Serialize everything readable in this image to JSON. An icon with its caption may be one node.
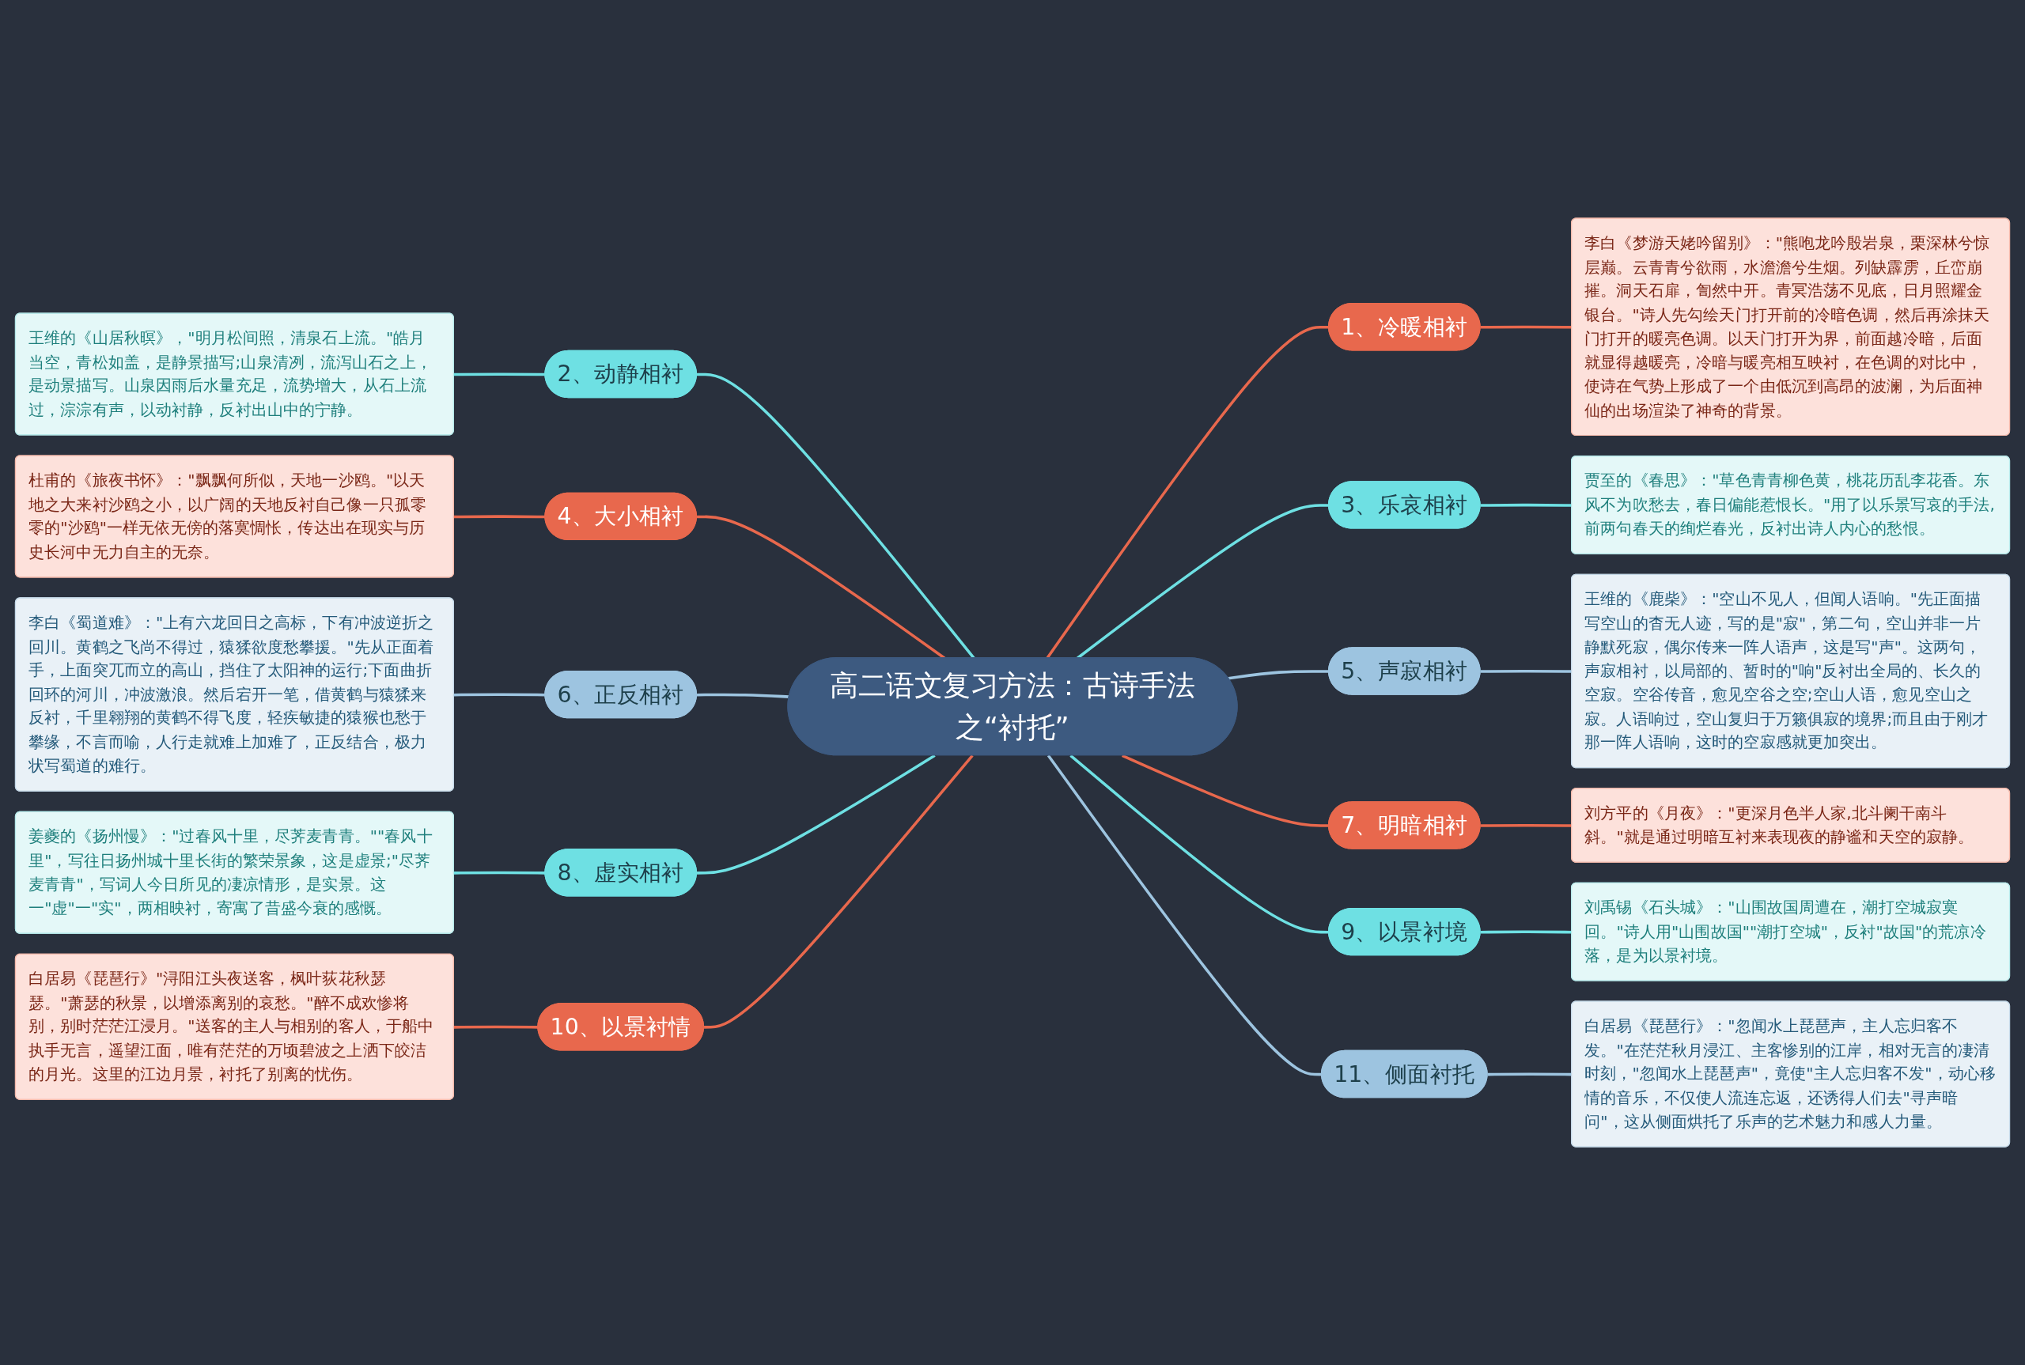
{
  "diagram": {
    "nodes": [
      {
        "text": [
          "高二语文复习方法：古诗手法之“衬托”"
        ]
      },
      {
        "text": [
          "1、冷暖相衬"
        ]
      },
      {
        "text": [
          "李白《梦游天姥吟留别》：\"熊咆龙吟殷岩泉，栗深林兮惊层巅。云青青兮欲雨，水澹澹兮生烟。列缺霹雳，丘峦崩摧。洞天石扉，訇然中开。青冥浩荡不见底，日月照耀金银台。\"诗人先勾绘天门打开前的冷暗色调，然后再涂抹天门打开的暖亮色调。以天门打开为界，前面越冷暗，后面就显得越暖亮，冷暗与暖亮相互映衬，在色调的对比中，使诗在气势上形成了一个由低沉到高昂的波澜，为后面神仙的出场渲染了神奇的背景。"
        ]
      },
      {
        "text": [
          "2、动静相衬"
        ]
      },
      {
        "text": [
          "王维的《山居秋暝》，\"明月松间照，清泉石上流。\"皓月当空，青松如盖，是静景描写;山泉清冽，流泻山石之上，是动景描写。山泉因雨后水量充足，流势增大，从石上流过，淙淙有声，以动衬静，反衬出山中的宁静。"
        ]
      },
      {
        "text": [
          "3、乐哀相衬"
        ]
      },
      {
        "text": [
          "贾至的《春思》：\"草色青青柳色黄，桃花历乱李花香。东风不为吹愁去，春日偏能惹恨长。\"用了以乐景写哀的手法,前两句春天的绚烂春光，反衬出诗人内心的愁恨。"
        ]
      },
      {
        "text": [
          "4、大小相衬"
        ]
      },
      {
        "text": [
          "杜甫的《旅夜书怀》：\"飘飘何所似，天地一沙鸥。\"以天地之大来衬沙鸥之小，以广阔的天地反衬自己像一只孤零零的\"沙鸥\"一样无依无傍的落寞惆怅，传达出在现实与历史长河中无力自主的无奈。"
        ]
      },
      {
        "text": [
          "5、声寂相衬"
        ]
      },
      {
        "text": [
          "王维的《鹿柴》：\"空山不见人，但闻人语响。\"先正面描写空山的杳无人迹，写的是\"寂\"，第二句，空山并非一片静默死寂，偶尔传来一阵人语声，这是写\"声\"。这两句，声寂相衬，以局部的、暂时的\"响\"反衬出全局的、长久的空寂。空谷传音，愈见空谷之空;空山人语，愈见空山之寂。人语响过，空山复归于万籁俱寂的境界;而且由于刚才那一阵人语响，这时的空寂感就更加突出。"
        ]
      },
      {
        "text": [
          "6、正反相衬"
        ]
      },
      {
        "text": [
          "李白《蜀道难》：\"上有六龙回日之高标，下有冲波逆折之回川。黄鹤之飞尚不得过，猿猱欲度愁攀援。\"先从正面着手，上面突兀而立的高山，挡住了太阳神的运行;下面曲折回环的河川，冲波激浪。然后宕开一笔，借黄鹤与猿猱来反衬，千里翱翔的黄鹤不得飞度，轻疾敏捷的猿猴也愁于攀缘，不言而喻，人行走就难上加难了，正反结合，极力状写蜀道的难行。"
        ]
      },
      {
        "text": [
          "7、明暗相衬"
        ]
      },
      {
        "text": [
          "刘方平的《月夜》：\"更深月色半人家,北斗阑干南斗斜。\"就是通过明暗互衬来表现夜的静谧和天空的寂静。"
        ]
      },
      {
        "text": [
          "8、虚实相衬"
        ]
      },
      {
        "text": [
          "姜夔的《扬州慢》：\"过春风十里，尽荠麦青青。\"\"春风十里\"，写往日扬州城十里长街的繁荣景象，这是虚景;\"尽荠麦青青\"，写词人今日所见的凄凉情形，是实景。这一\"虚\"一\"实\"，两相映衬，寄寓了昔盛今衰的感慨。"
        ]
      },
      {
        "text": [
          "9、以景衬境"
        ]
      },
      {
        "text": [
          "刘禹锡《石头城》：\"山围故国周遭在，潮打空城寂寞回。\"诗人用\"山围故国\"\"潮打空城\"，反衬\"故国\"的荒凉冷落，是为以景衬境。"
        ]
      },
      {
        "text": [
          "10、以景衬情"
        ]
      },
      {
        "text": [
          "白居易《琵琶行》\"浔阳江头夜送客，枫叶荻花秋瑟瑟。\"萧瑟的秋景，以增添离别的哀愁。\"醉不成欢惨将别，别时茫茫江浸月。\"送客的主人与相别的客人，于船中执手无言，遥望江面，唯有茫茫的万顷碧波之上洒下皎洁的月光。这里的江边月景，衬托了别离的忧伤。"
        ]
      },
      {
        "text": [
          "11、侧面衬托"
        ]
      },
      {
        "text": [
          "白居易《琵琶行》：\"忽闻水上琵琶声，主人忘归客不发。\"在茫茫秋月浸江、主客惨别的江岸，相对无言的凄清时刻，\"忽闻水上琵琶声\"，竟使\"主人忘归客不发\"，动心移情的音乐，不仅使人流连忘返，还诱得人们去\"寻声暗问\"，这从侧面烘托了乐声的艺术魅力和感人力量。"
        ]
      }
    ],
    "edges": [
      {
        "from": 0,
        "to": 1,
        "arrow": "none",
        "color": "#e8684d"
      },
      {
        "from": 1,
        "to": 2,
        "arrow": "none",
        "color": "#e8684d"
      },
      {
        "from": 3,
        "to": 0,
        "arrow": "none",
        "color": "#6ee0e3"
      },
      {
        "from": 4,
        "to": 3,
        "arrow": "none",
        "color": "#6ee0e3"
      },
      {
        "from": 0,
        "to": 5,
        "arrow": "none",
        "color": "#6ee0e3"
      },
      {
        "from": 5,
        "to": 6,
        "arrow": "none",
        "color": "#6ee0e3"
      },
      {
        "from": 7,
        "to": 0,
        "arrow": "none",
        "color": "#e8684d"
      },
      {
        "from": 8,
        "to": 7,
        "arrow": "none",
        "color": "#e8684d"
      },
      {
        "from": 0,
        "to": 9,
        "arrow": "none",
        "color": "#9dc4e0"
      },
      {
        "from": 9,
        "to": 10,
        "arrow": "none",
        "color": "#9dc4e0"
      },
      {
        "from": 11,
        "to": 0,
        "arrow": "none",
        "color": "#9dc4e0"
      },
      {
        "from": 12,
        "to": 11,
        "arrow": "none",
        "color": "#9dc4e0"
      },
      {
        "from": 0,
        "to": 13,
        "arrow": "none",
        "color": "#e8684d"
      },
      {
        "from": 13,
        "to": 14,
        "arrow": "none",
        "color": "#e8684d"
      },
      {
        "from": 15,
        "to": 0,
        "arrow": "none",
        "color": "#6ee0e3"
      },
      {
        "from": 16,
        "to": 15,
        "arrow": "none",
        "color": "#6ee0e3"
      },
      {
        "from": 0,
        "to": 17,
        "arrow": "none",
        "color": "#6ee0e3"
      },
      {
        "from": 17,
        "to": 18,
        "arrow": "none",
        "color": "#6ee0e3"
      },
      {
        "from": 19,
        "to": 0,
        "arrow": "none",
        "color": "#e8684d"
      },
      {
        "from": 20,
        "to": 19,
        "arrow": "none",
        "color": "#e8684d"
      },
      {
        "from": 0,
        "to": 21,
        "arrow": "none",
        "color": "#9dc4e0"
      },
      {
        "from": 21,
        "to": 22,
        "arrow": "none",
        "color": "#9dc4e0"
      }
    ]
  }
}
